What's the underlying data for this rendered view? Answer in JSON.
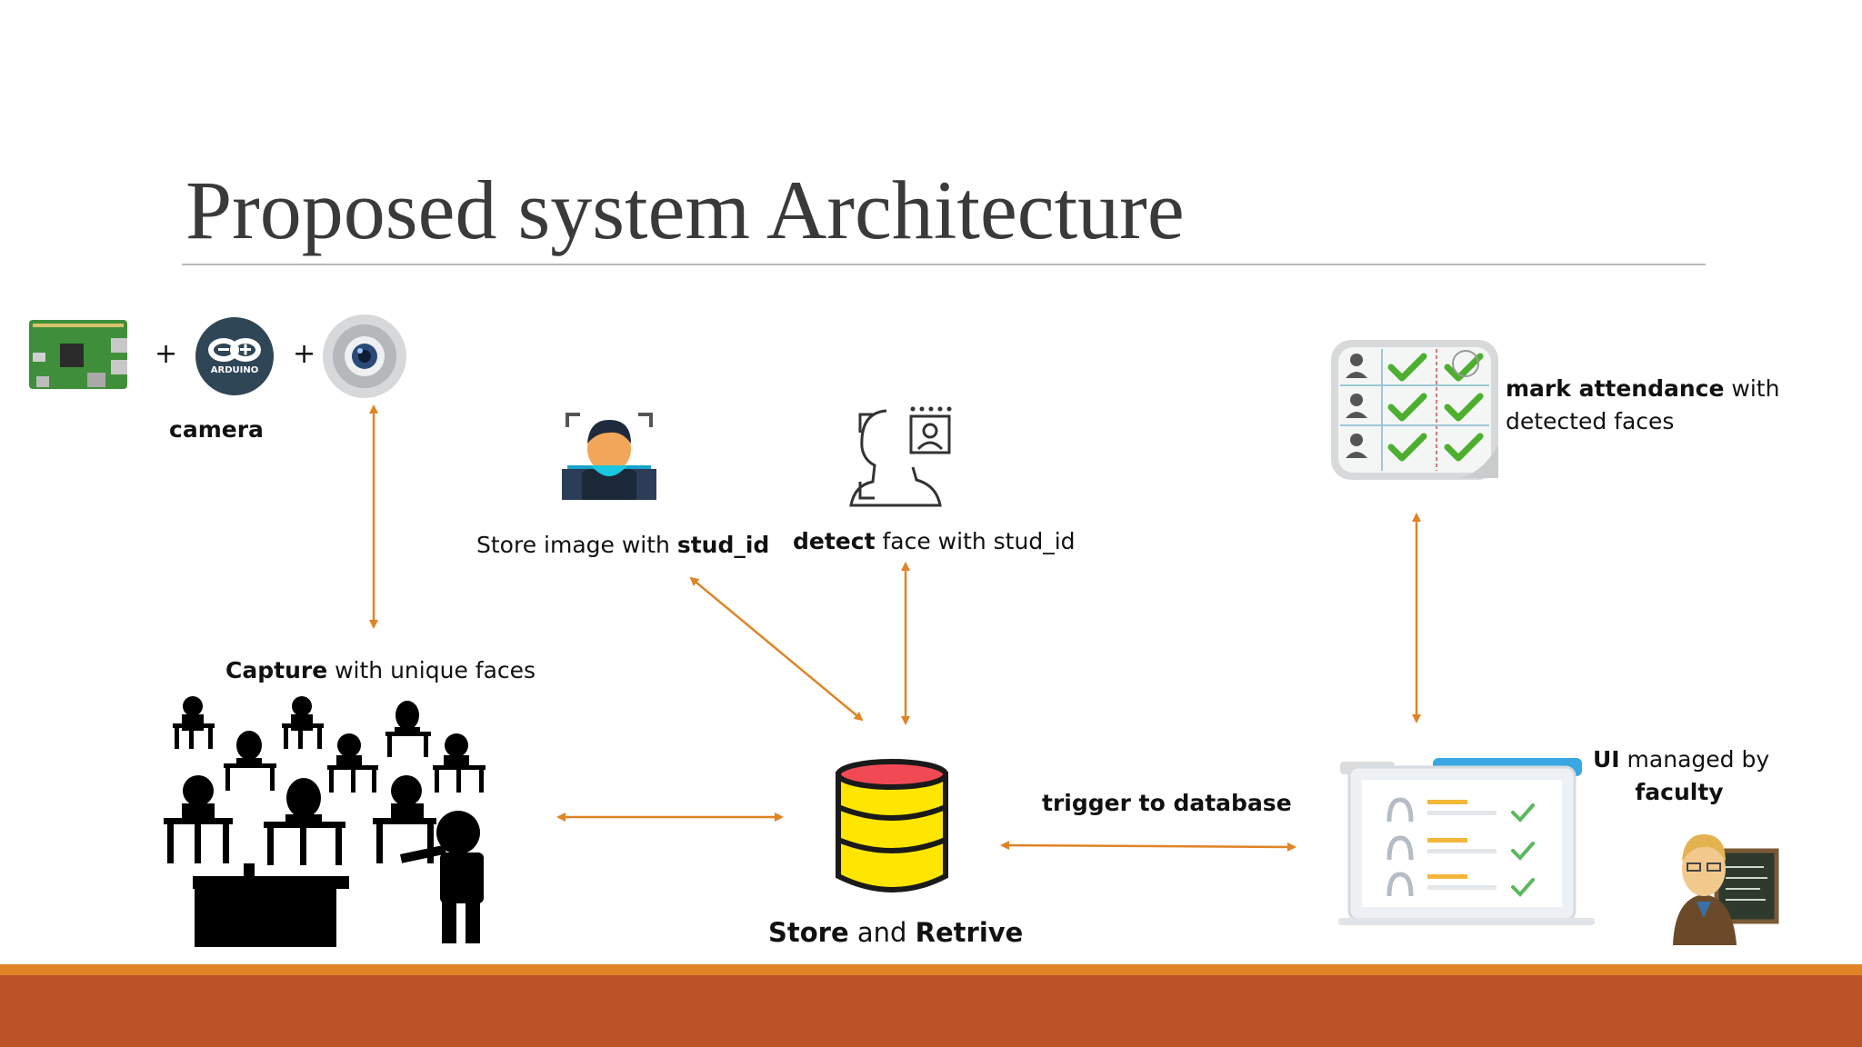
{
  "slide": {
    "title": "Proposed system Architecture",
    "colors": {
      "arrow": "#e08325",
      "band": "#bb5328",
      "band_top": "#e08325",
      "title": "#3a3a3a"
    }
  },
  "hardware": {
    "plus_1": "+",
    "plus_2": "+",
    "arduino_text": "ARDUINO",
    "label": "camera"
  },
  "store_image": {
    "pre": "Store image with ",
    "bold": "stud_id"
  },
  "detect_face": {
    "bold": "detect",
    "post": " face with stud_id"
  },
  "mark_attendance": {
    "bold": "mark attendance",
    "post_line1": " with",
    "line2": "detected faces"
  },
  "capture": {
    "bold": "Capture",
    "post": " with unique faces"
  },
  "database": {
    "bold1": "Store",
    "mid": " and ",
    "bold2": "Retrive"
  },
  "trigger": {
    "label": "trigger to database"
  },
  "ui": {
    "bold": "UI",
    "post_line1": " managed by",
    "line2": "faculty"
  },
  "icons": [
    "raspberry-pi-board-icon",
    "arduino-logo-icon",
    "webcam-icon",
    "face-scan-icon",
    "face-detect-profile-icon",
    "attendance-checklist-icon",
    "classroom-students-icon",
    "database-cylinder-icon",
    "laptop-ui-checklist-icon",
    "faculty-teacher-icon"
  ]
}
